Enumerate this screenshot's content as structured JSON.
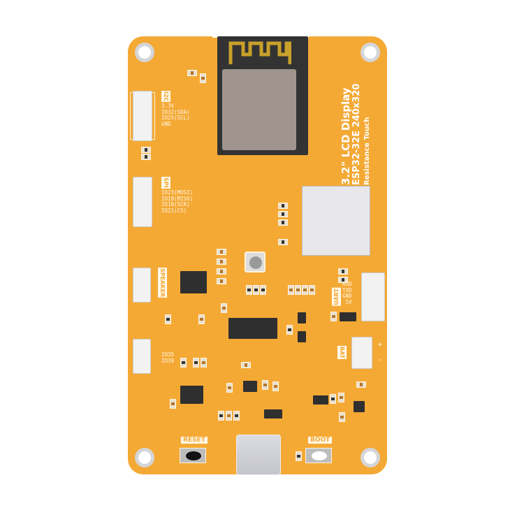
{
  "board": {
    "title_line1": "3.2\" LCD Display",
    "title_line2": "ESP32-32E  240x320",
    "title_line3": "Resistance Touch",
    "color": "#F4A935"
  },
  "i2c": {
    "label": "I2C",
    "pins": [
      "3.3V",
      "IO32(SDA)",
      "IO25(SCL)",
      "GND"
    ]
  },
  "spi": {
    "label": "SPI",
    "pins": [
      "IO23(MOSI)",
      "IO19(MISO)",
      "IO18(SCK)",
      "IO21(CS)"
    ]
  },
  "speaker": {
    "label": "SPEAKER"
  },
  "io": {
    "pins": [
      "IO35",
      "IO39"
    ]
  },
  "uart": {
    "label": "UART",
    "pins": [
      "RXD",
      "TXD",
      "GND",
      "5V"
    ]
  },
  "bat": {
    "label": "BAT",
    "plus": "+",
    "minus": "-"
  },
  "buttons": {
    "reset": "RESET",
    "boot": "BOOT"
  }
}
